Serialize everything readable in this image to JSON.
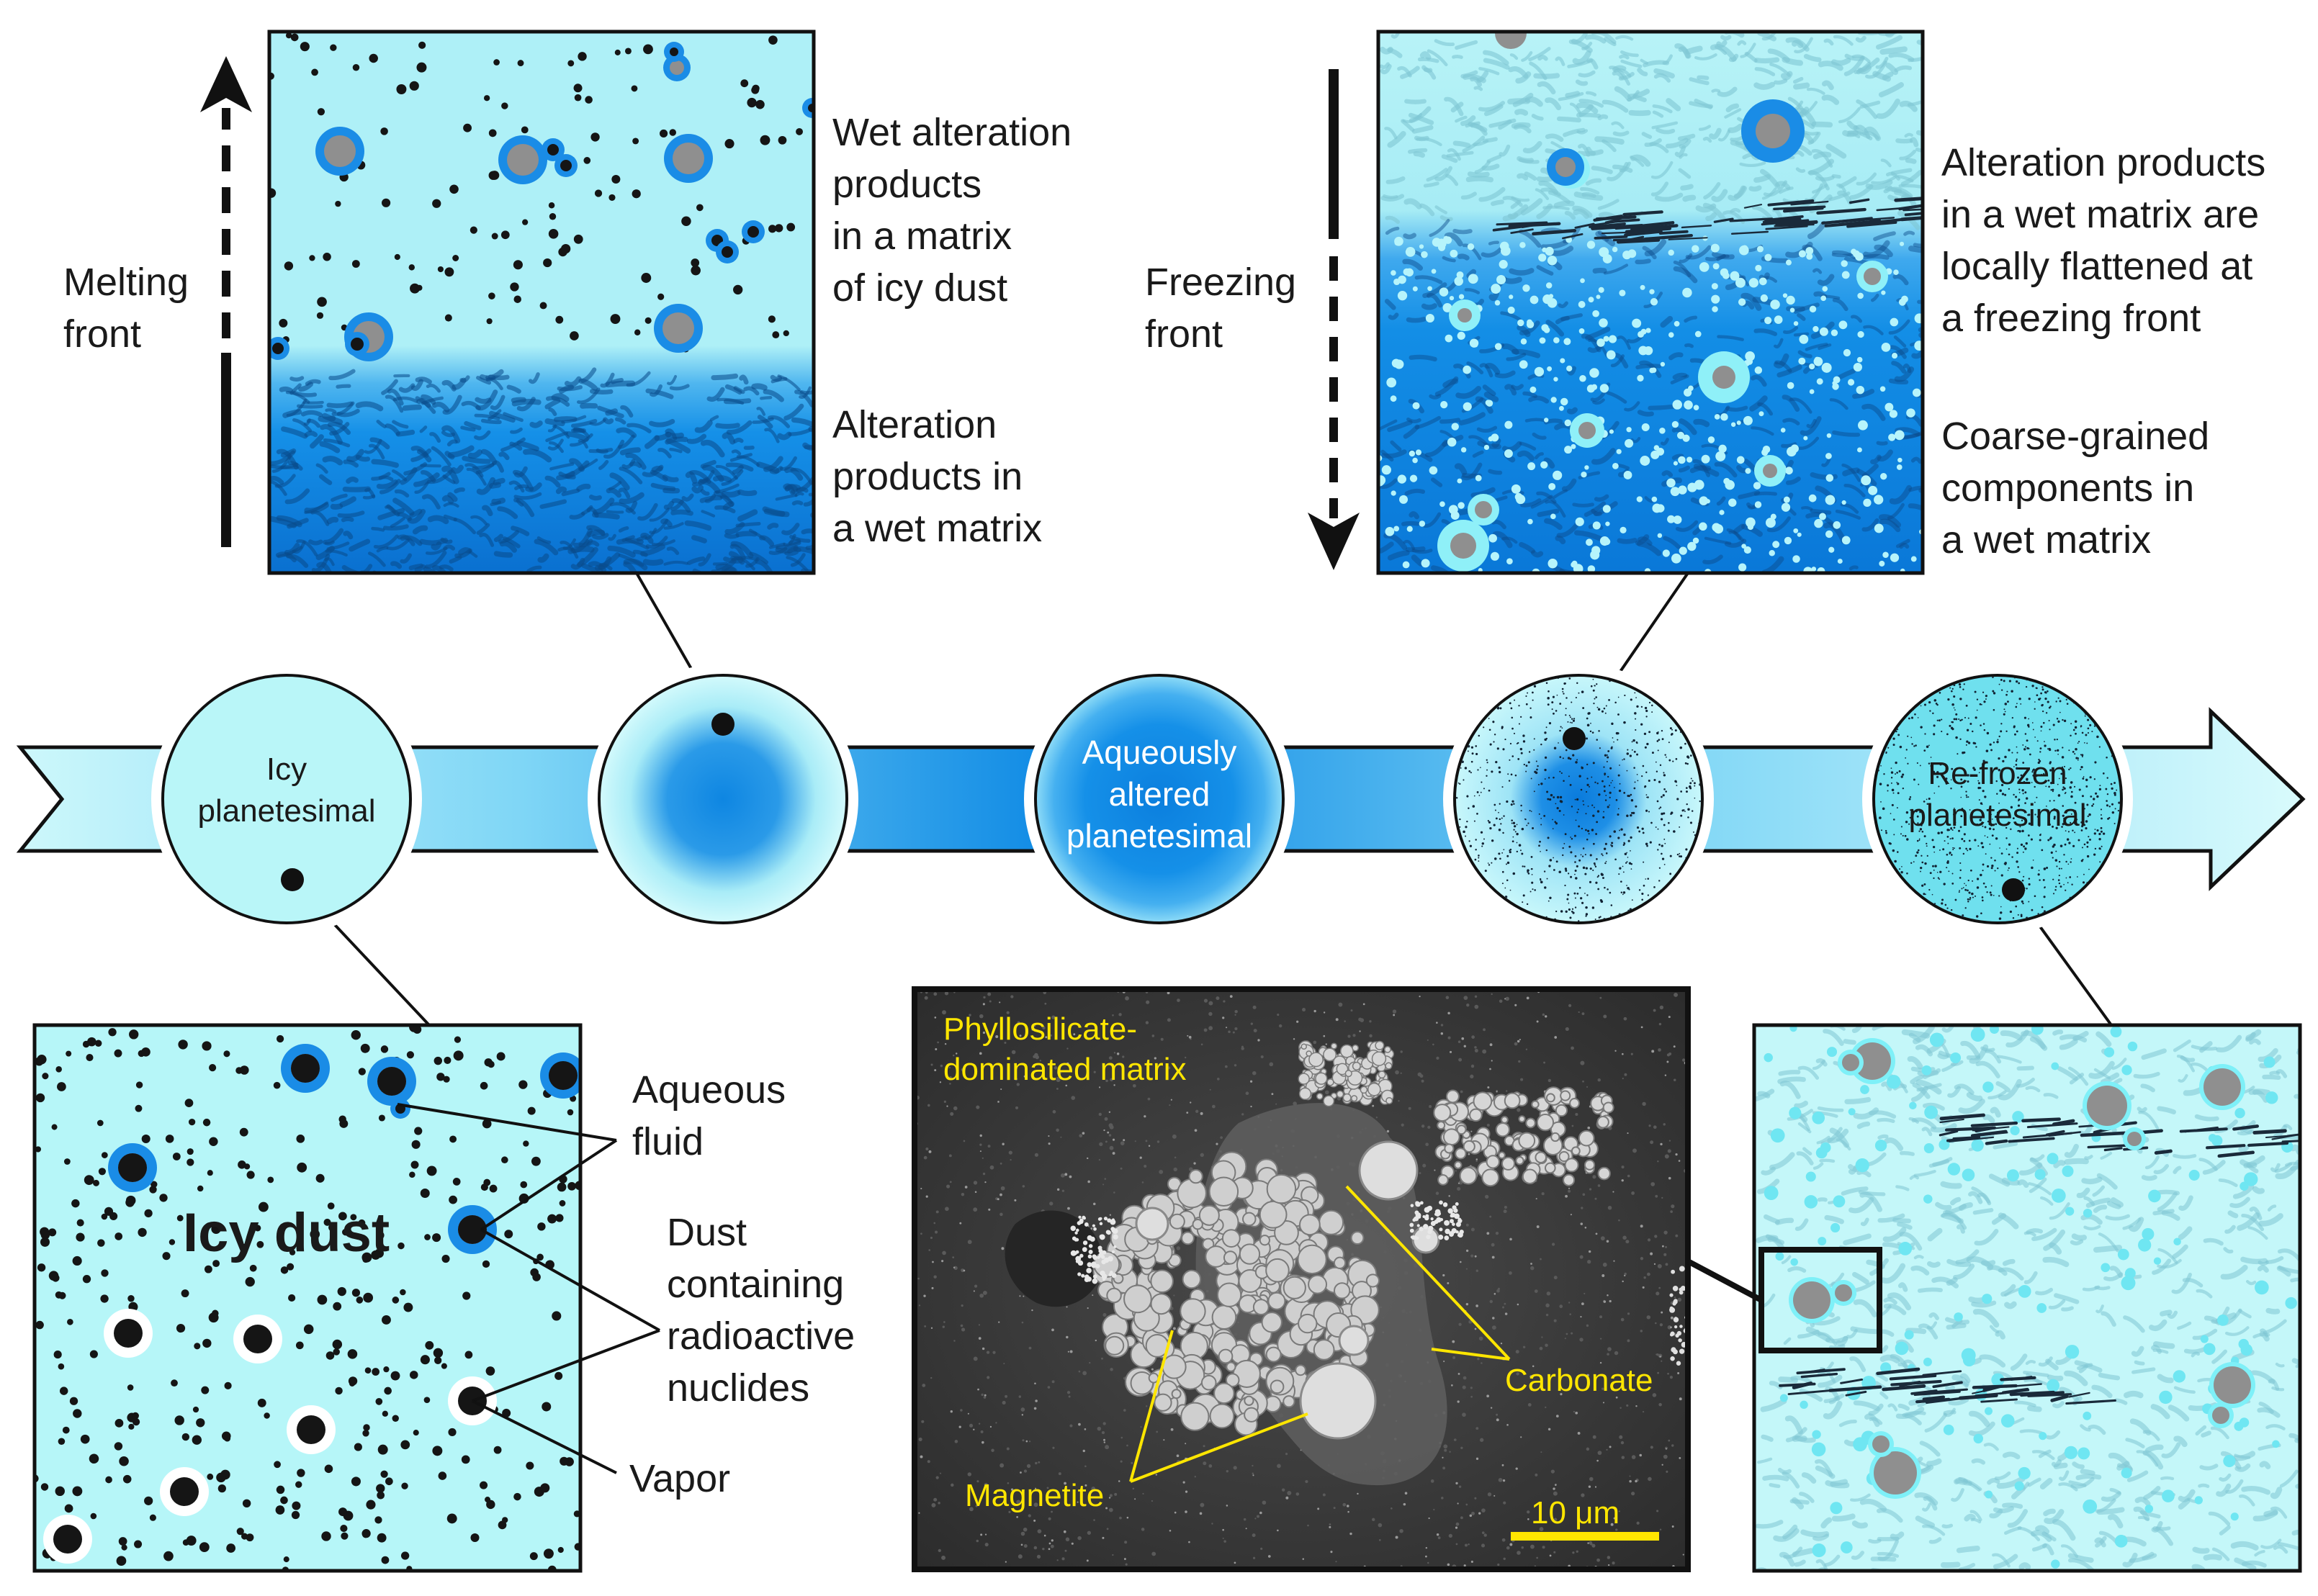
{
  "melting": {
    "front_label": "Melting\nfront",
    "upper_label": "Wet alteration\nproducts\nin a matrix\nof icy dust",
    "lower_label": "Alteration\nproducts in\na wet matrix"
  },
  "freezing": {
    "front_label": "Freezing\nfront",
    "upper_label": "Alteration products\nin a wet matrix are\nlocally flattened at\na freezing front",
    "lower_label": "Coarse-grained\ncomponents in\na wet matrix"
  },
  "stages": {
    "icy": "Icy\nplanetesimal",
    "aqueous": "Aqueously\naltered\nplanetesimal",
    "refrozen": "Re-frozen\nplanetesimal"
  },
  "icy_dust": {
    "title": "Icy dust",
    "fluid_label": "Aqueous\nfluid",
    "dust_label": "Dust\ncontaining\nradioactive\nnuclides",
    "vapor_label": "Vapor"
  },
  "micrograph": {
    "matrix_label": "Phyllosilicate-\ndominated matrix",
    "carbonate_label": "Carbonate",
    "magnetite_label": "Magnetite",
    "scale_label": "10 μm"
  },
  "colors": {
    "pale_cyan": "#b6f6f8",
    "ice_blue": "#7ee3f5",
    "bright_blue": "#0b82e0",
    "dark_blue": "#0a63c0",
    "grain_gray": "#8f8f8f",
    "annotation_yellow": "#ffe600"
  }
}
